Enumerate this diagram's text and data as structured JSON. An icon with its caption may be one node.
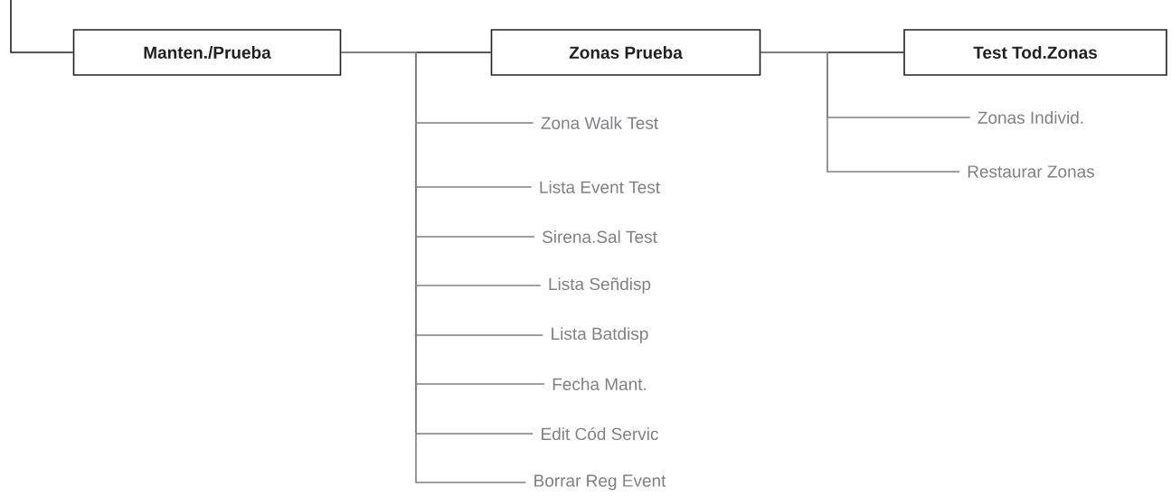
{
  "diagram": {
    "nodes": [
      {
        "text": [
          "Manten./Prueba"
        ]
      },
      {
        "text": [
          "Zonas Prueba"
        ]
      },
      {
        "text": [
          "Test Tod.Zonas"
        ]
      },
      {
        "text": [
          "Zona Walk Test"
        ]
      },
      {
        "text": [
          "Zonas Individ."
        ]
      },
      {
        "text": [
          "Restaurar Zonas"
        ]
      },
      {
        "text": [
          "Lista Event Test"
        ]
      },
      {
        "text": [
          "Sirena.Sal Test"
        ]
      },
      {
        "text": [
          "Lista Señdisp"
        ]
      },
      {
        "text": [
          "Lista Batdisp"
        ]
      },
      {
        "text": [
          "Fecha Mant."
        ]
      },
      {
        "text": [
          "Edit Cód Servic"
        ]
      },
      {
        "text": [
          "Borrar Reg Event"
        ]
      }
    ],
    "edges": [
      {
        "from": null,
        "to": 0,
        "arrow": "none",
        "color": "#231f20"
      },
      {
        "from": 0,
        "to": 1,
        "arrow": "none",
        "color": "#231f20"
      },
      {
        "from": 1,
        "to": 2,
        "arrow": "none",
        "color": "#231f20"
      },
      {
        "from": 0,
        "to": 3,
        "arrow": "none"
      },
      {
        "from": 0,
        "to": 6,
        "arrow": "none"
      },
      {
        "from": 0,
        "to": 7,
        "arrow": "none"
      },
      {
        "from": 0,
        "to": 8,
        "arrow": "none"
      },
      {
        "from": 0,
        "to": 9,
        "arrow": "none"
      },
      {
        "from": 0,
        "to": 10,
        "arrow": "none"
      },
      {
        "from": 0,
        "to": 11,
        "arrow": "none"
      },
      {
        "from": 0,
        "to": 12,
        "arrow": "none"
      },
      {
        "from": 1,
        "to": 4,
        "arrow": "none"
      },
      {
        "from": 1,
        "to": 5,
        "arrow": "none"
      }
    ]
  }
}
